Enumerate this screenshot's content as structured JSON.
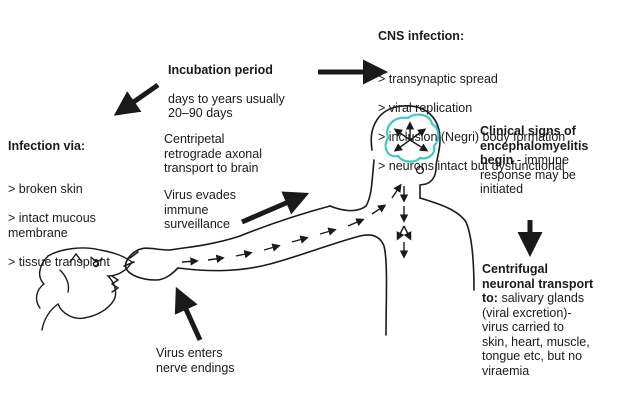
{
  "colors": {
    "ink": "#1a1a1a",
    "brain_outline": "#3ec9c0"
  },
  "incubation": {
    "title": "Incubation period",
    "body": "days to years usually\n20–90 days"
  },
  "cns": {
    "title": "CNS infection:",
    "items": [
      "> transynaptic spread",
      "> viral replication",
      "> inclusion (Negri) body formation",
      "> neurons intact but dysfunctional"
    ]
  },
  "infection": {
    "title": "Infection via:",
    "items": [
      "> broken skin",
      "> intact mucous\n   membrane",
      "> tissue transplant"
    ]
  },
  "centripetal": {
    "text": "Centripetal\nretrograde axonal\ntransport to brain"
  },
  "evades": {
    "text": "Virus evades\nimmune\nsurveillance"
  },
  "enters": {
    "text": "Virus enters\nnerve endings"
  },
  "clinical": {
    "title": "Clinical signs of\nencephalomyelitis\nbegin",
    "body": " - immune\nresponse may be\ninitiated"
  },
  "centrifugal": {
    "title": "Centrifugal\nneuronal transport\nto:",
    "body": " salivary glands\n(viral excretion)-\nvirus carried to\nskin, heart, muscle,\ntongue etc, but no\nviraemia"
  },
  "icons": {
    "dog": "dog-head-icon",
    "human": "human-figure-icon",
    "brain": "brain-icon"
  }
}
